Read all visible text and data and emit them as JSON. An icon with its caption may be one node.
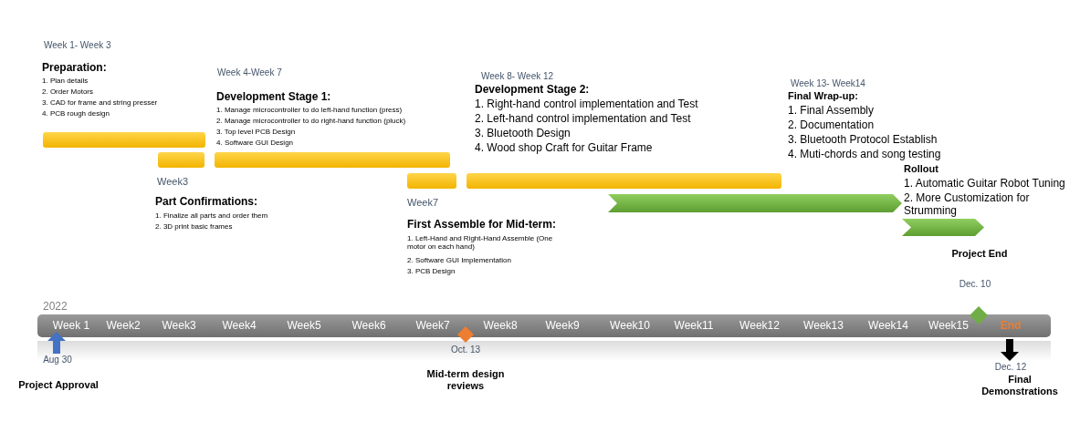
{
  "diagram": {
    "nodes": [
      {
        "text": [],
        "shape": "bar"
      },
      {
        "text": [],
        "shape": "bar"
      },
      {
        "text": [],
        "shape": "bar"
      },
      {
        "text": [],
        "shape": "bar"
      },
      {
        "text": [],
        "shape": "bar"
      },
      {
        "text": [],
        "shape": "chevron"
      },
      {
        "text": [],
        "shape": "chevron"
      },
      {
        "text": [
          "Week 1",
          "Week2",
          "Week3",
          "Week4",
          "Week5",
          "Week6",
          "Week7",
          "Week8",
          "Week9",
          "Week10",
          "Week11",
          "Week12",
          "Week13",
          "Week14",
          "Week15",
          "End"
        ]
      }
    ],
    "edges": [],
    "labels": [
      "Week 1- Week 3",
      "Preparation:",
      "1. Plan details",
      "2. Order Motors",
      "3. CAD for frame and string presser",
      "4. PCB rough design",
      "Week 4-Week 7",
      "Development Stage 1:",
      "1. Manage microcontroller to do left-hand function (press)",
      "2. Manage microcontroller to do right-hand function (pluck)",
      "3. Top level PCB Design",
      "4. Software GUI Design",
      "Week 8- Week 12",
      "Development Stage 2:",
      "1. Right-hand control implementation and Test",
      "2. Left-hand control implementation and Test",
      "3. Bluetooth Design",
      "4. Wood shop Craft for Guitar Frame",
      "Week 13- Week14",
      "Final Wrap-up:",
      "1. Final Assembly",
      "2. Documentation",
      "3. Bluetooth Protocol Establish",
      "4. Muti-chords and song testing",
      "Rollout",
      "1. Automatic Guitar Robot Tuning",
      "2. More Customization for Strumming",
      "Week3",
      "Part Confirmations:",
      "1. Finalize all parts and order them",
      "2. 3D print basic frames",
      "Week7",
      "First Assemble for Mid-term:",
      "1. Left-Hand and Right-Hand Assemble (One motor on each hand)",
      "2. Software GUI Implementation",
      "3. PCB Design",
      "Project End",
      "Dec. 10",
      "2022",
      "Aug 30",
      "Project Approval",
      "Oct. 13",
      "Mid-term design reviews",
      "Dec. 12",
      "Final Demonstrations"
    ]
  }
}
